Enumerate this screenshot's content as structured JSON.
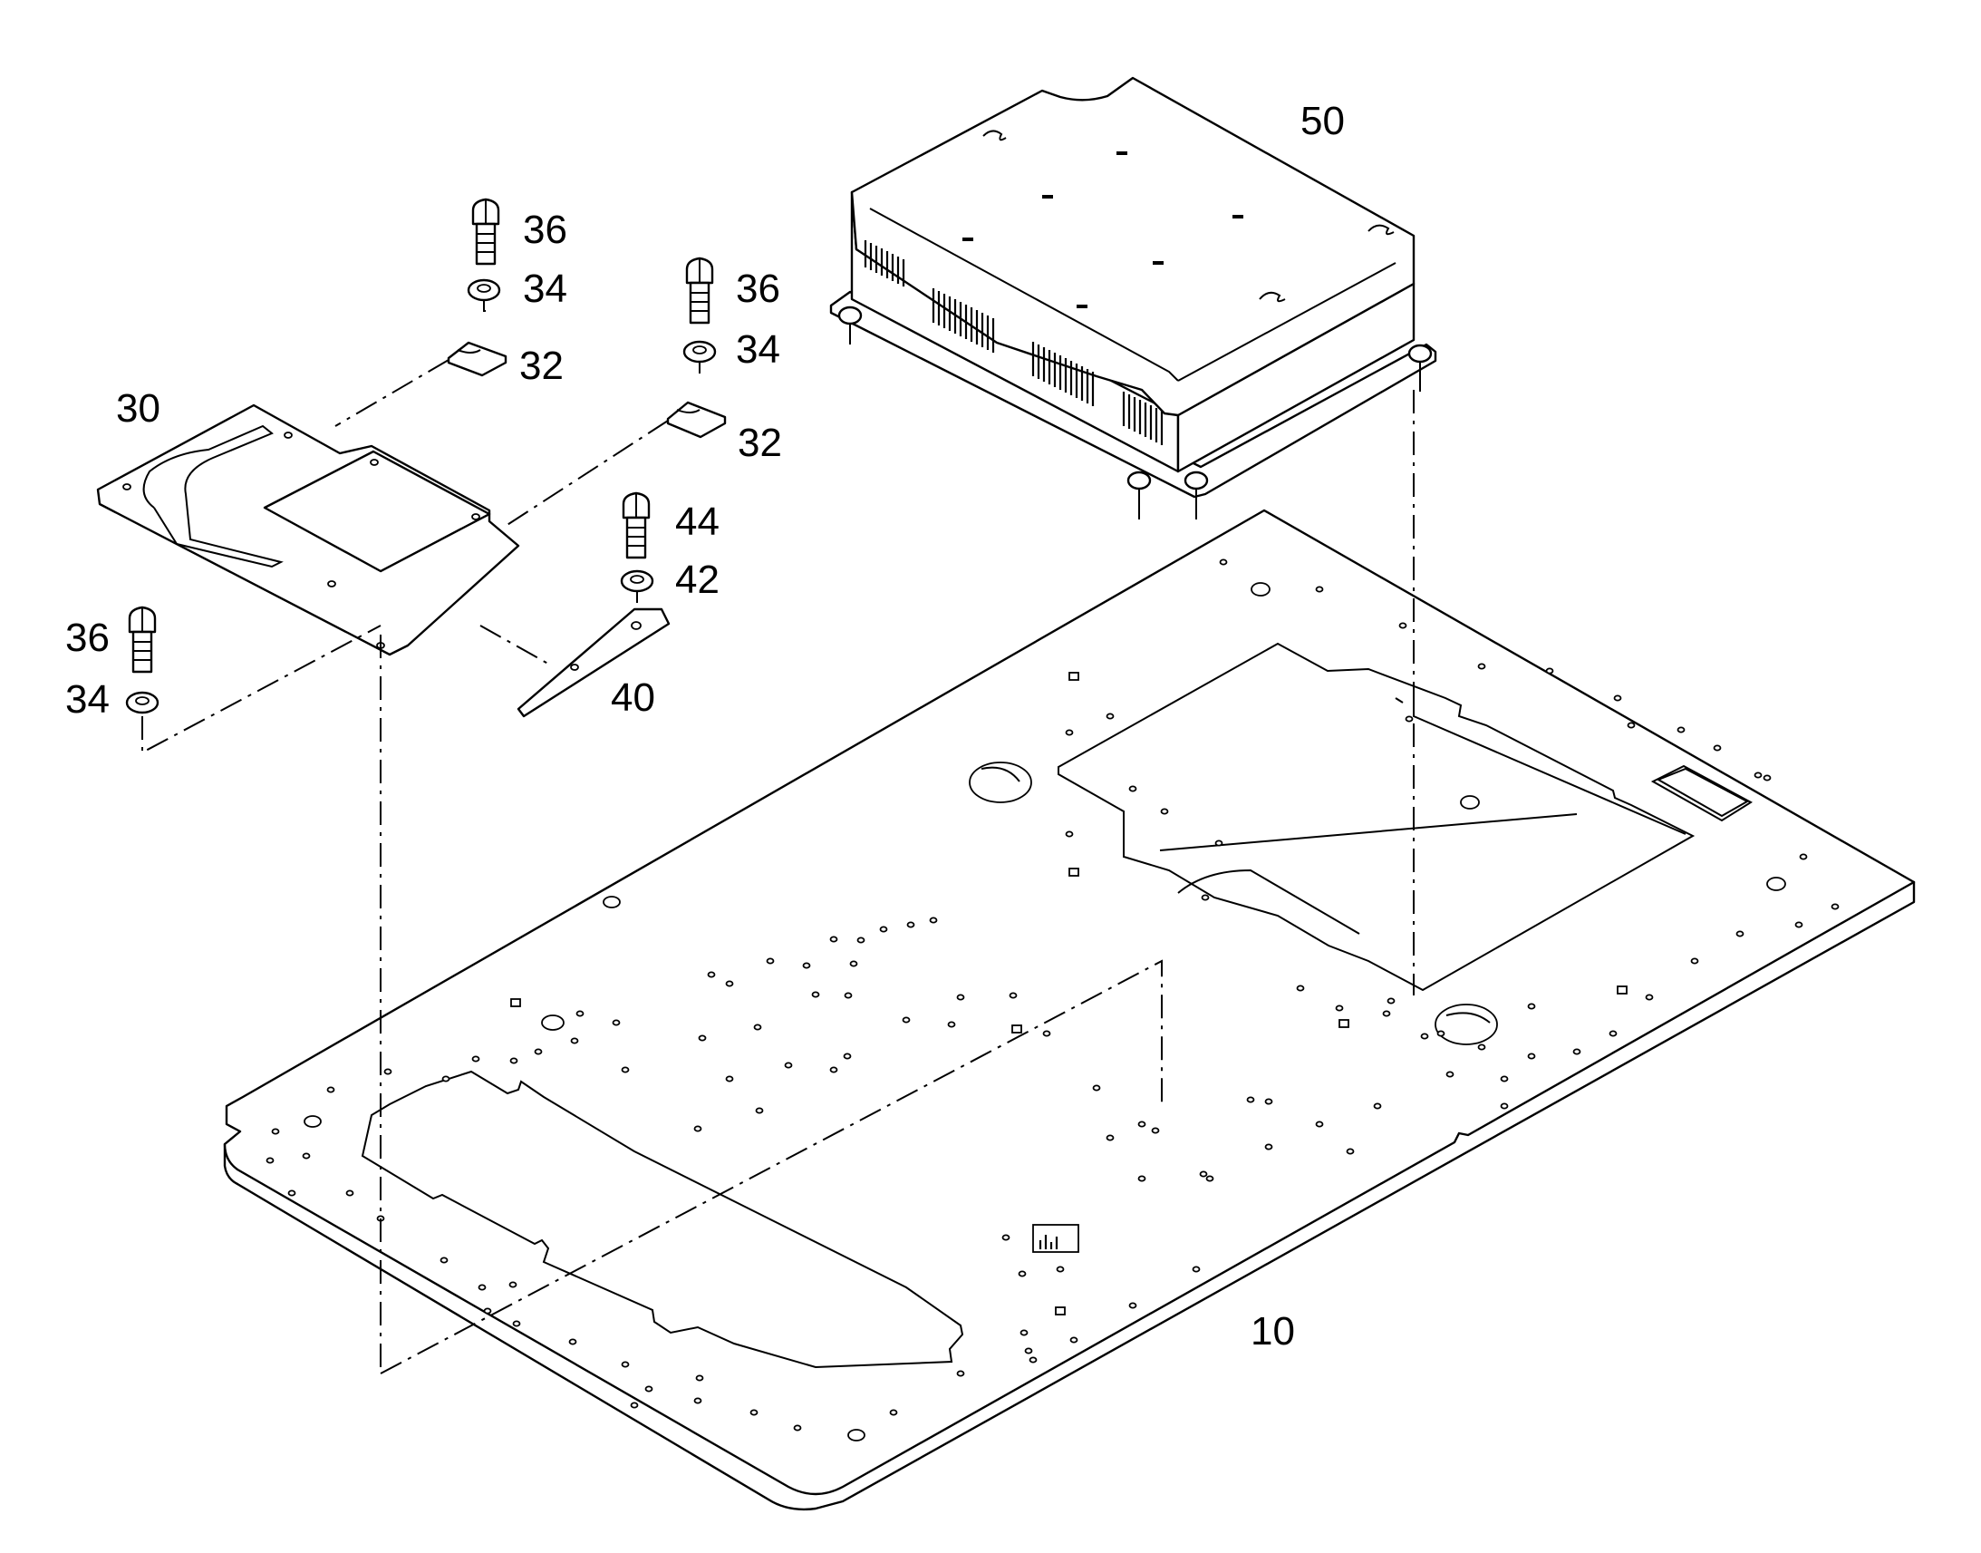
{
  "callouts": {
    "c10": "10",
    "c30": "30",
    "c32a": "32",
    "c32b": "32",
    "c34a": "34",
    "c34b": "34",
    "c34c": "34",
    "c36a": "36",
    "c36b": "36",
    "c36c": "36",
    "c40": "40",
    "c42": "42",
    "c44": "44",
    "c50": "50"
  }
}
